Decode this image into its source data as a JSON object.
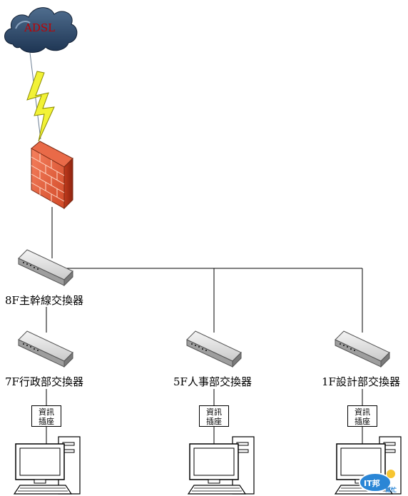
{
  "internet": {
    "label": "ADSL"
  },
  "switches": {
    "core": "8F主幹線交換器",
    "admin": "7F行政部交換器",
    "hr": "5F人事部交換器",
    "design": "1F設計部交換器"
  },
  "outlet": {
    "line1": "資訊",
    "line2": "插座"
  },
  "watermark": {
    "text": "IT邦",
    "sub": "幫忙"
  }
}
